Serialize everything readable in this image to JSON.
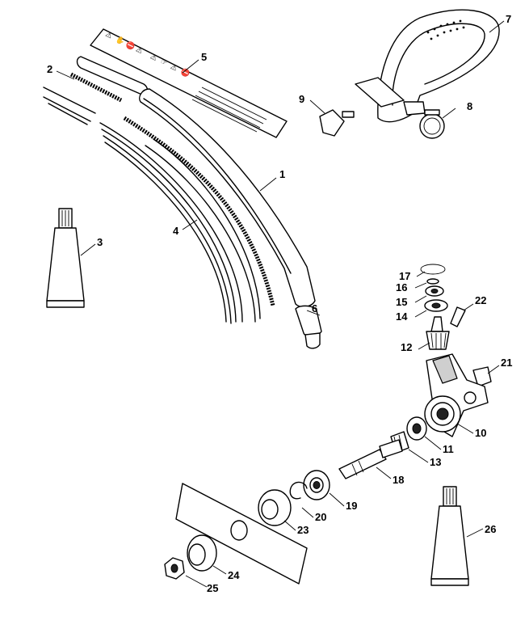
{
  "callouts": {
    "c1": "1",
    "c2": "2",
    "c3": "3",
    "c4": "4",
    "c5": "5",
    "c6": "6",
    "c7": "7",
    "c8": "8",
    "c9": "9",
    "c10": "10",
    "c11": "11",
    "c12": "12",
    "c13": "13",
    "c14": "14",
    "c15": "15",
    "c16": "16",
    "c17": "17",
    "c18": "18",
    "c19": "19",
    "c20": "20",
    "c21": "21",
    "c22": "22",
    "c23": "23",
    "c24": "24",
    "c25": "25",
    "c26": "26"
  },
  "warning_symbols": [
    "⚠",
    "✋",
    "⛔",
    "⚠",
    "⚠",
    "☞",
    "⚠",
    "⛔"
  ],
  "icons": [
    "loop-handle-icon",
    "tube-icon",
    "gear-head-icon",
    "grease-tube-icon",
    "blade-icon"
  ]
}
